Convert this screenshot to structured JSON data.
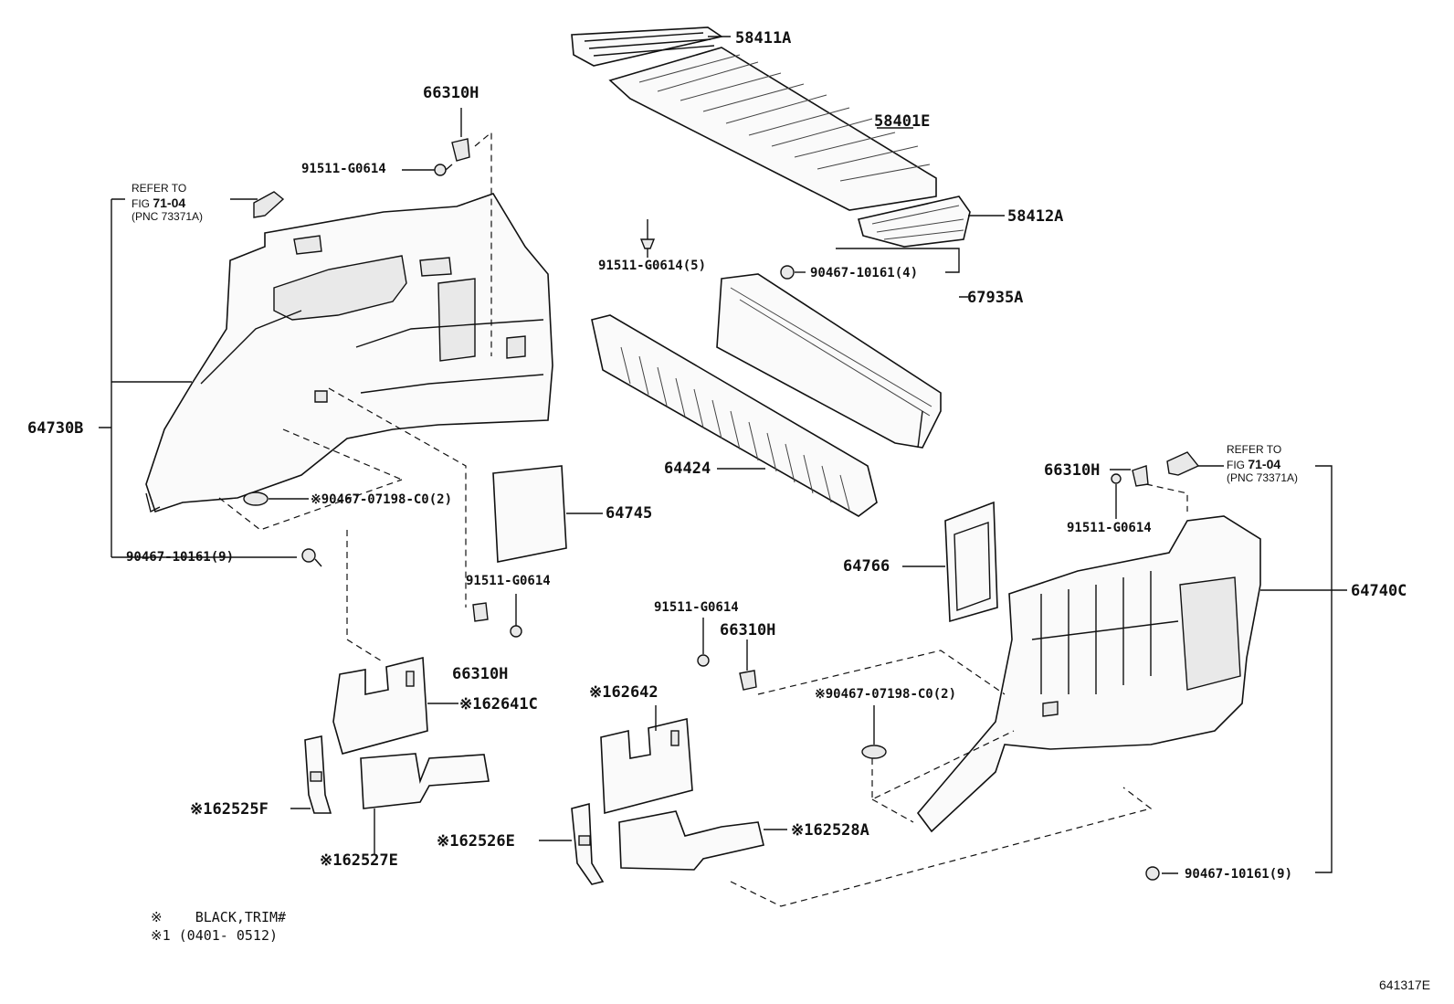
{
  "figure_id": "641317E",
  "parts": {
    "p58411A": "58411A",
    "p58401E": "58401E",
    "p58412A": "58412A",
    "p66310H_top": "66310H",
    "p91511_top": "91511-G0614",
    "p91511_5": "91511-G0614(5)",
    "p90467_10161_4": "90467-10161(4)",
    "p67935A": "67935A",
    "p64730B": "64730B",
    "p90467_07198_left": "※90467-07198-C0(2)",
    "p90467_10161_9_left": "90467-10161(9)",
    "p64745": "64745",
    "p91511_mid": "91511-G0614",
    "p66310H_mid": "66310H",
    "p64424": "64424",
    "p66310H_right": "66310H",
    "p91511_right": "91511-G0614",
    "p64766": "64766",
    "p64740C": "64740C",
    "p91511_center": "91511-G0614",
    "p66310H_center": "66310H",
    "p90467_07198_right": "※90467-07198-C0(2)",
    "p90467_10161_9_right": "90467-10161(9)",
    "p162641C": "※162641C",
    "p162525F": "※162525F",
    "p162527E": "※162527E",
    "p162642": "※162642",
    "p162526E": "※162526E",
    "p162528A": "※162528A"
  },
  "refer_left": {
    "l1": "REFER TO",
    "l2_prefix": "FIG",
    "l2_num": "71-04",
    "l3": "(PNC 73371A)"
  },
  "refer_right": {
    "l1": "REFER TO",
    "l2_prefix": "FIG",
    "l2_num": "71-04",
    "l3": "(PNC 73371A)"
  },
  "legend": {
    "line1": "※    BLACK,TRIM#",
    "line2": "※1 (0401- 0512)"
  }
}
